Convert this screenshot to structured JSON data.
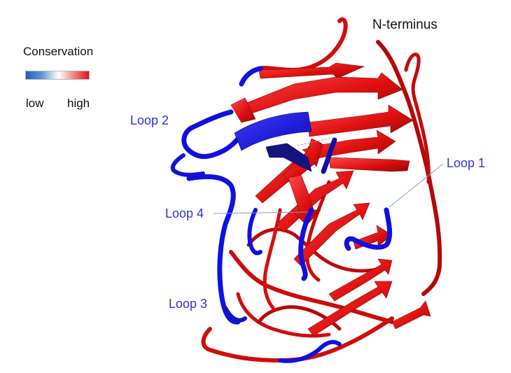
{
  "legend": {
    "title": "Conservation",
    "low_label": "low",
    "high_label": "high",
    "low_color": "#1f5fb8",
    "mid_color": "#ffffff",
    "high_color": "#e60f1a"
  },
  "labels": {
    "n_terminus": "N-terminus",
    "loop1": "Loop 1",
    "loop2": "Loop 2",
    "loop3": "Loop 3",
    "loop4": "Loop 4"
  },
  "colors": {
    "conserved_red": "#e01010",
    "variable_blue": "#1010e0",
    "label_blue": "#2a35d8",
    "leader_line": "#7a9fd6"
  }
}
